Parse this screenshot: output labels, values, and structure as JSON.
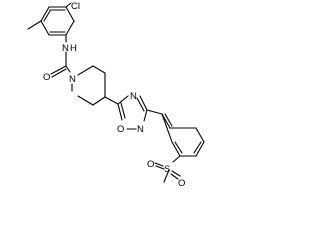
{
  "molecule": {
    "atom_labels": {
      "chlorine": "Cl",
      "amide_nitrogen": "N",
      "amide_hydrogen": "H",
      "carbonyl_oxygen": "O",
      "piperidine_nitrogen": "N",
      "oxadiazole_oxygen": "O",
      "oxadiazole_n2": "N",
      "oxadiazole_n4": "N",
      "sulfur": "S",
      "sulfonyl_oxygen_1": "O",
      "sulfonyl_oxygen_2": "O"
    }
  },
  "colors": {
    "bond": "#000000",
    "label": "#000000",
    "background": "#ffffff"
  }
}
